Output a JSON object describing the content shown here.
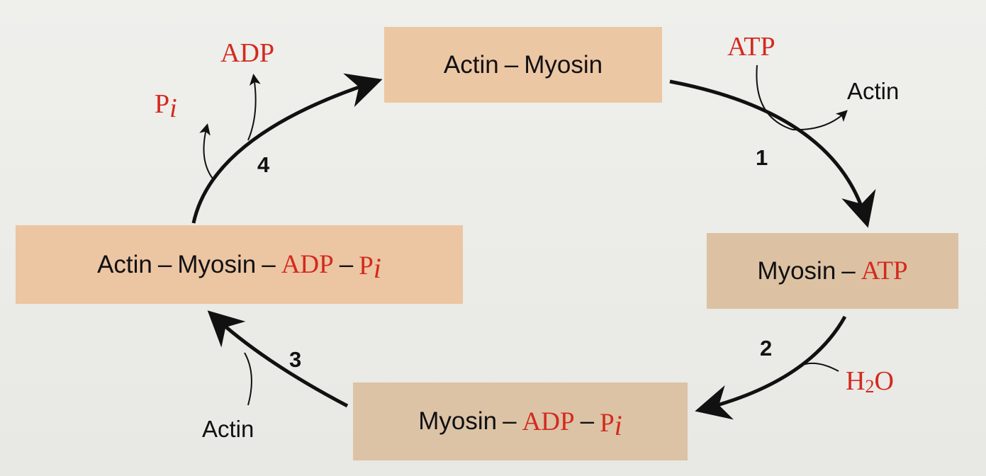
{
  "boxes": {
    "actin_myosin": {
      "a": "Actin",
      "b": "Myosin"
    },
    "myosin_atp": {
      "a": "Myosin",
      "b": "ATP"
    },
    "myosin_adp_pi": {
      "a": "Myosin",
      "b": "ADP",
      "c": "P",
      "c_sub": "i"
    },
    "actin_myosin_adp_pi": {
      "a": "Actin",
      "b": "Myosin",
      "c": "ADP",
      "d": "P",
      "d_sub": "i"
    }
  },
  "separator": "–",
  "steps": {
    "s1": "1",
    "s2": "2",
    "s3": "3",
    "s4": "4"
  },
  "labels": {
    "atp": "ATP",
    "actin_top": "Actin",
    "h2o_h": "H",
    "h2o_sub": "2",
    "h2o_o": "O",
    "actin_bottom": "Actin",
    "adp": "ADP",
    "pi": "P",
    "pi_sub": "i"
  },
  "colors": {
    "accent_red": "#d32a1e",
    "box_peach": "#ecc7a4",
    "box_tan": "#dcc2a3",
    "arrow": "#111111"
  }
}
